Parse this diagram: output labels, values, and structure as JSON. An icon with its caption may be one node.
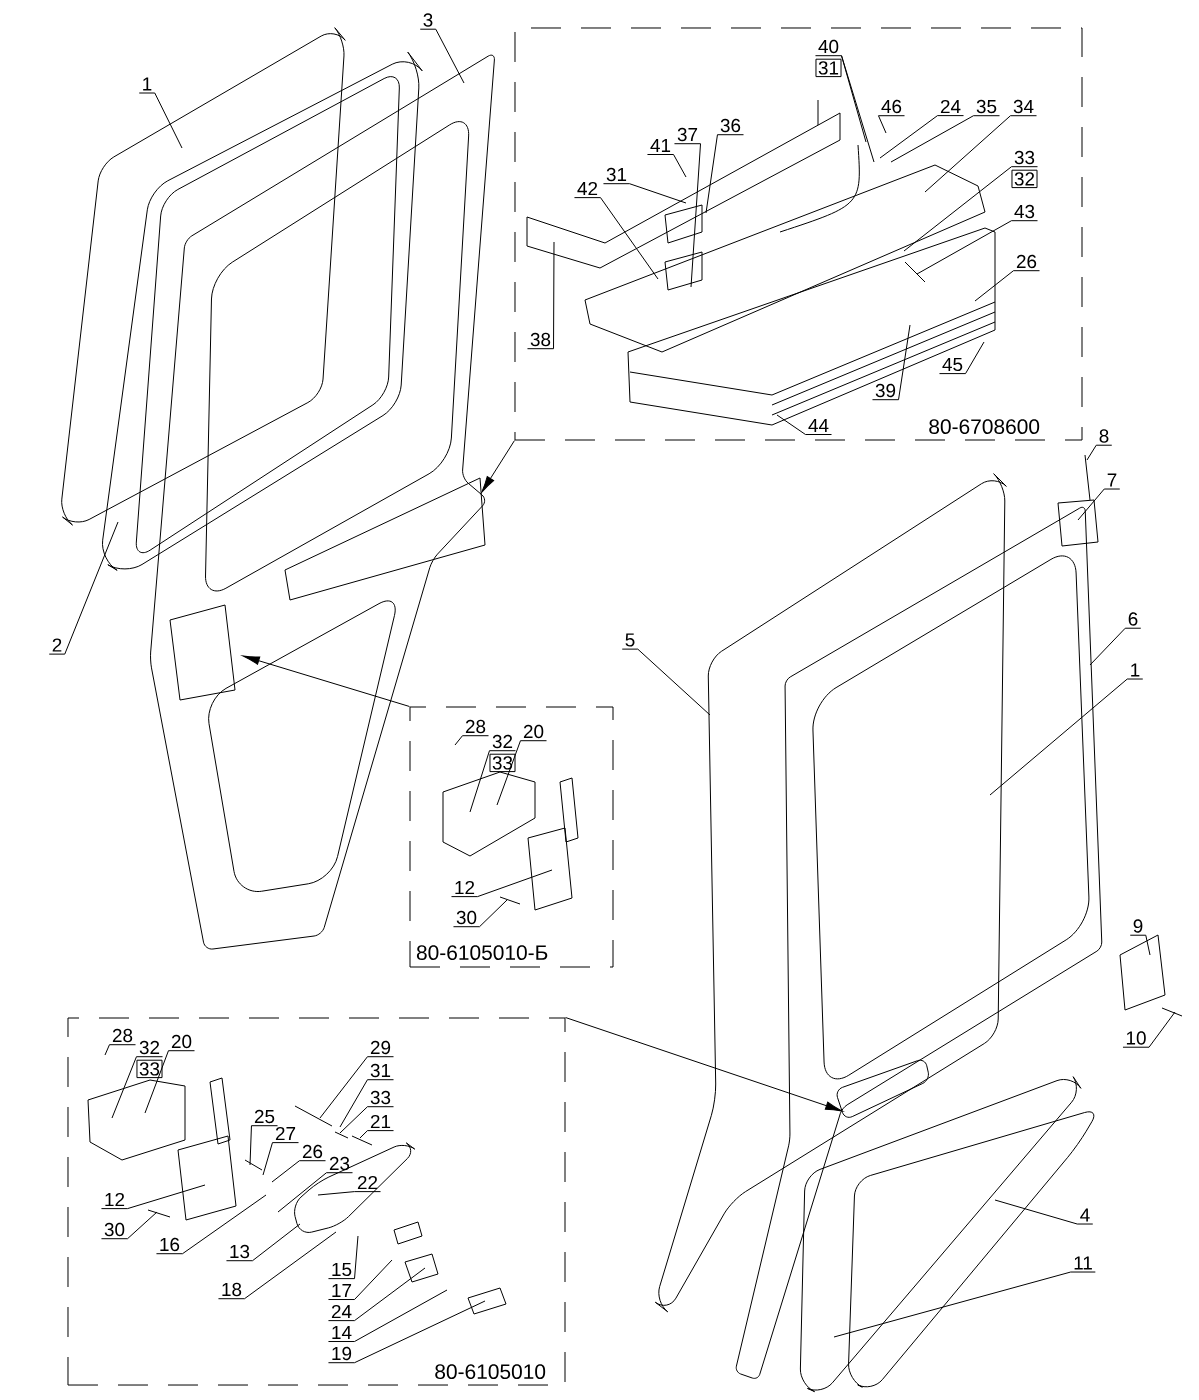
{
  "diagram": {
    "nodes": [
      {
        "text": [
          "1"
        ]
      },
      {
        "text": [
          "3"
        ]
      },
      {
        "text": [
          "80-6708600"
        ]
      },
      {
        "text": [
          "40",
          "31"
        ],
        "in": 2
      },
      {
        "text": [
          "46"
        ],
        "in": 2
      },
      {
        "text": [
          "24"
        ],
        "in": 2
      },
      {
        "text": [
          "35"
        ],
        "in": 2
      },
      {
        "text": [
          "34"
        ],
        "in": 2
      },
      {
        "text": [
          "41"
        ],
        "in": 2
      },
      {
        "text": [
          "37"
        ],
        "in": 2
      },
      {
        "text": [
          "36"
        ],
        "in": 2
      },
      {
        "text": [
          "31"
        ],
        "in": 2
      },
      {
        "text": [
          "42"
        ],
        "in": 2
      },
      {
        "text": [
          "33",
          "32"
        ],
        "in": 2
      },
      {
        "text": [
          "43"
        ],
        "in": 2
      },
      {
        "text": [
          "26"
        ],
        "in": 2
      },
      {
        "text": [
          "38"
        ],
        "in": 2
      },
      {
        "text": [
          "45"
        ],
        "in": 2
      },
      {
        "text": [
          "39"
        ],
        "in": 2
      },
      {
        "text": [
          "44"
        ],
        "in": 2
      },
      {
        "text": [
          "8"
        ]
      },
      {
        "text": [
          "7"
        ]
      },
      {
        "text": [
          "2"
        ]
      },
      {
        "text": [
          "5"
        ]
      },
      {
        "text": [
          "6"
        ]
      },
      {
        "text": [
          "1"
        ]
      },
      {
        "text": [
          "80-6105010-Б"
        ]
      },
      {
        "text": [
          "28"
        ],
        "in": 26
      },
      {
        "text": [
          "32",
          "33"
        ],
        "in": 26
      },
      {
        "text": [
          "20"
        ],
        "in": 26
      },
      {
        "text": [
          "12"
        ],
        "in": 26
      },
      {
        "text": [
          "30"
        ],
        "in": 26
      },
      {
        "text": [
          "9"
        ]
      },
      {
        "text": [
          "10"
        ]
      },
      {
        "text": [
          "80-6105010"
        ]
      },
      {
        "text": [
          "28"
        ],
        "in": 34
      },
      {
        "text": [
          "32",
          "33"
        ],
        "in": 34
      },
      {
        "text": [
          "20"
        ],
        "in": 34
      },
      {
        "text": [
          "29"
        ],
        "in": 34
      },
      {
        "text": [
          "31"
        ],
        "in": 34
      },
      {
        "text": [
          "33"
        ],
        "in": 34
      },
      {
        "text": [
          "25"
        ],
        "in": 34
      },
      {
        "text": [
          "21"
        ],
        "in": 34
      },
      {
        "text": [
          "27"
        ],
        "in": 34
      },
      {
        "text": [
          "26"
        ],
        "in": 34
      },
      {
        "text": [
          "23"
        ],
        "in": 34
      },
      {
        "text": [
          "22"
        ],
        "in": 34
      },
      {
        "text": [
          "12"
        ],
        "in": 34
      },
      {
        "text": [
          "30"
        ],
        "in": 34
      },
      {
        "text": [
          "16"
        ],
        "in": 34
      },
      {
        "text": [
          "13"
        ],
        "in": 34
      },
      {
        "text": [
          "18"
        ],
        "in": 34
      },
      {
        "text": [
          "15"
        ],
        "in": 34
      },
      {
        "text": [
          "17"
        ],
        "in": 34
      },
      {
        "text": [
          "4"
        ]
      },
      {
        "text": [
          "24"
        ],
        "in": 34
      },
      {
        "text": [
          "14"
        ],
        "in": 34
      },
      {
        "text": [
          "19"
        ],
        "in": 34
      },
      {
        "text": [
          "11"
        ]
      }
    ],
    "edges": [
      {
        "from": 0,
        "to": null,
        "arrow": "none"
      },
      {
        "from": 1,
        "to": null,
        "arrow": "none"
      },
      {
        "from": 2,
        "to": null,
        "arrow": "to"
      },
      {
        "from": 3,
        "to": null,
        "arrow": "none"
      },
      {
        "from": 3,
        "to": null,
        "arrow": "none"
      },
      {
        "from": 4,
        "to": null,
        "arrow": "none"
      },
      {
        "from": 5,
        "to": null,
        "arrow": "none"
      },
      {
        "from": 6,
        "to": null,
        "arrow": "none"
      },
      {
        "from": 7,
        "to": null,
        "arrow": "none"
      },
      {
        "from": 8,
        "to": null,
        "arrow": "none"
      },
      {
        "from": 9,
        "to": null,
        "arrow": "none"
      },
      {
        "from": 10,
        "to": null,
        "arrow": "none"
      },
      {
        "from": 11,
        "to": null,
        "arrow": "none"
      },
      {
        "from": 12,
        "to": null,
        "arrow": "none"
      },
      {
        "from": 13,
        "to": null,
        "arrow": "none"
      },
      {
        "from": 14,
        "to": null,
        "arrow": "none"
      },
      {
        "from": 15,
        "to": null,
        "arrow": "none"
      },
      {
        "from": 16,
        "to": null,
        "arrow": "none"
      },
      {
        "from": 17,
        "to": null,
        "arrow": "none"
      },
      {
        "from": 18,
        "to": null,
        "arrow": "none"
      },
      {
        "from": 19,
        "to": null,
        "arrow": "none"
      },
      {
        "from": 20,
        "to": null,
        "arrow": "none"
      },
      {
        "from": 21,
        "to": null,
        "arrow": "none"
      },
      {
        "from": 22,
        "to": null,
        "arrow": "none"
      },
      {
        "from": 23,
        "to": null,
        "arrow": "none"
      },
      {
        "from": 24,
        "to": null,
        "arrow": "none"
      },
      {
        "from": 25,
        "to": null,
        "arrow": "none"
      },
      {
        "from": 26,
        "to": null,
        "arrow": "to"
      },
      {
        "from": 27,
        "to": null,
        "arrow": "none"
      },
      {
        "from": 28,
        "to": null,
        "arrow": "none"
      },
      {
        "from": 29,
        "to": null,
        "arrow": "none"
      },
      {
        "from": 30,
        "to": null,
        "arrow": "none"
      },
      {
        "from": 31,
        "to": null,
        "arrow": "none"
      },
      {
        "from": 32,
        "to": null,
        "arrow": "none"
      },
      {
        "from": 33,
        "to": null,
        "arrow": "none"
      },
      {
        "from": 34,
        "to": null,
        "arrow": "to"
      },
      {
        "from": 35,
        "to": null,
        "arrow": "none"
      },
      {
        "from": 36,
        "to": null,
        "arrow": "none"
      },
      {
        "from": 37,
        "to": null,
        "arrow": "none"
      },
      {
        "from": 38,
        "to": null,
        "arrow": "none"
      },
      {
        "from": 39,
        "to": null,
        "arrow": "none"
      },
      {
        "from": 40,
        "to": null,
        "arrow": "none"
      },
      {
        "from": 41,
        "to": null,
        "arrow": "none"
      },
      {
        "from": 42,
        "to": null,
        "arrow": "none"
      },
      {
        "from": 43,
        "to": null,
        "arrow": "none"
      },
      {
        "from": 44,
        "to": null,
        "arrow": "none"
      },
      {
        "from": 45,
        "to": null,
        "arrow": "none"
      },
      {
        "from": 46,
        "to": null,
        "arrow": "none"
      },
      {
        "from": 47,
        "to": null,
        "arrow": "none"
      },
      {
        "from": 48,
        "to": null,
        "arrow": "none"
      },
      {
        "from": 49,
        "to": null,
        "arrow": "none"
      },
      {
        "from": 50,
        "to": null,
        "arrow": "none"
      },
      {
        "from": 51,
        "to": null,
        "arrow": "none"
      },
      {
        "from": 52,
        "to": null,
        "arrow": "none"
      },
      {
        "from": 53,
        "to": null,
        "arrow": "none"
      },
      {
        "from": 54,
        "to": null,
        "arrow": "none"
      },
      {
        "from": 55,
        "to": null,
        "arrow": "none"
      },
      {
        "from": 56,
        "to": null,
        "arrow": "none"
      },
      {
        "from": 57,
        "to": null,
        "arrow": "none"
      },
      {
        "from": 58,
        "to": null,
        "arrow": "none"
      }
    ]
  }
}
